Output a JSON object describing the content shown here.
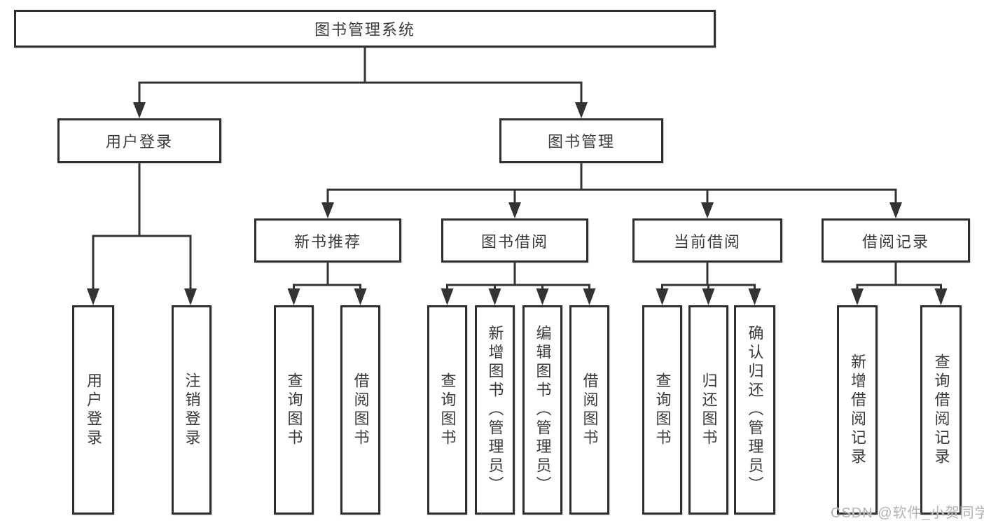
{
  "tree": {
    "label": "图书管理系统",
    "children": [
      {
        "label": "用户登录",
        "children": [
          {
            "label": "用户登录"
          },
          {
            "label": "注销登录"
          }
        ]
      },
      {
        "label": "图书管理",
        "children": [
          {
            "label": "新书推荐",
            "children": [
              {
                "label": "查询图书"
              },
              {
                "label": "借阅图书"
              }
            ]
          },
          {
            "label": "图书借阅",
            "children": [
              {
                "label": "查询图书"
              },
              {
                "label": "新增图书（管理员）"
              },
              {
                "label": "编辑图书（管理员）"
              },
              {
                "label": "借阅图书"
              }
            ]
          },
          {
            "label": "当前借阅",
            "children": [
              {
                "label": "查询图书"
              },
              {
                "label": "归还图书"
              },
              {
                "label": "确认归还（管理员）"
              }
            ]
          },
          {
            "label": "借阅记录",
            "children": [
              {
                "label": "新增借阅记录"
              },
              {
                "label": "查询借阅记录"
              }
            ]
          }
        ]
      }
    ]
  },
  "watermark": "CSDN @软件_小贺同学",
  "colors": {
    "line": "#333333",
    "box_border": "#2e2e2e",
    "text": "#3a3a3e",
    "watermark": "#b3b3b3",
    "background": "#ffffff"
  }
}
